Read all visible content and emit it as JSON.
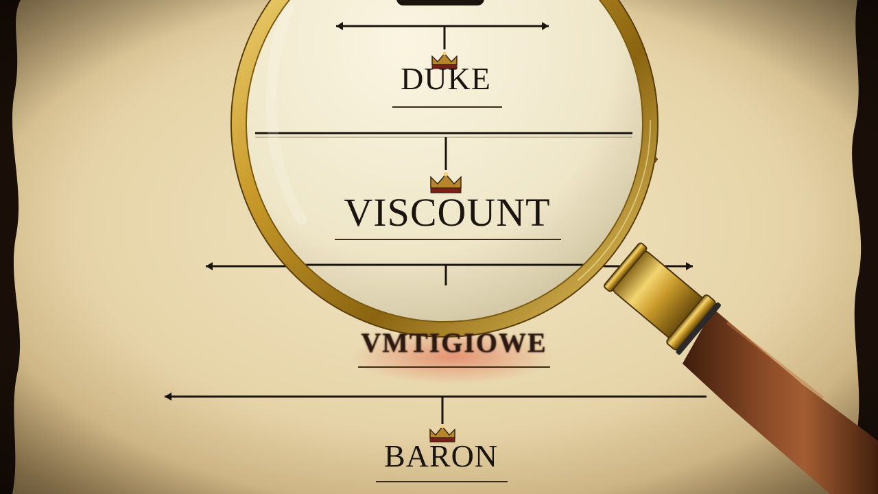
{
  "ranks": {
    "duke": "DUKE",
    "viscount": "VISCOUNT",
    "baron": "BARON"
  },
  "colors": {
    "parchment": "#e8d9b3",
    "ink": "#1a140e",
    "gold": "#c9a232",
    "wood": "#6b3a1f",
    "glow": "#d85a3a"
  },
  "icons": [
    "crown-icon",
    "magnifying-glass-icon"
  ]
}
